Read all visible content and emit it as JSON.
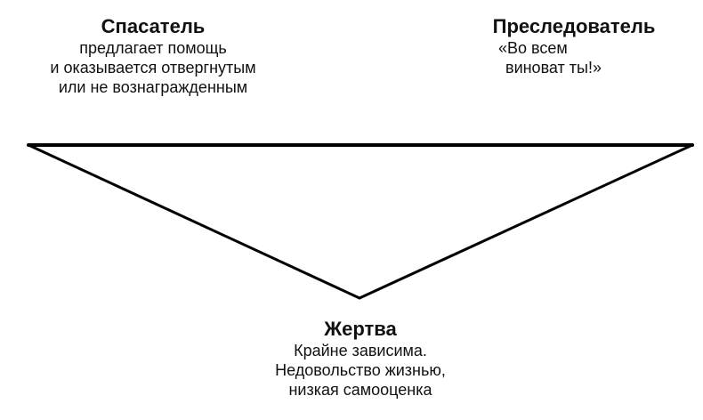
{
  "diagram": {
    "title": "Drama triangle",
    "roles": [
      {
        "id": "rescuer",
        "title": "Спасатель",
        "lines": [
          "предлагает помощь",
          "и оказывается отвергнутым",
          "или не вознагражденным"
        ]
      },
      {
        "id": "persecutor",
        "title": "Преследователь",
        "lines": [
          "«Во всем",
          "виноват ты!»"
        ]
      },
      {
        "id": "victim",
        "title": "Жертва",
        "lines": [
          "Крайне зависима.",
          "Недовольство жизнью,",
          "низкая самооценка"
        ]
      }
    ],
    "edges": [
      {
        "from": "rescuer",
        "to": "persecutor"
      },
      {
        "from": "rescuer",
        "to": "victim"
      },
      {
        "from": "persecutor",
        "to": "victim"
      }
    ],
    "line_color": "#000000"
  }
}
